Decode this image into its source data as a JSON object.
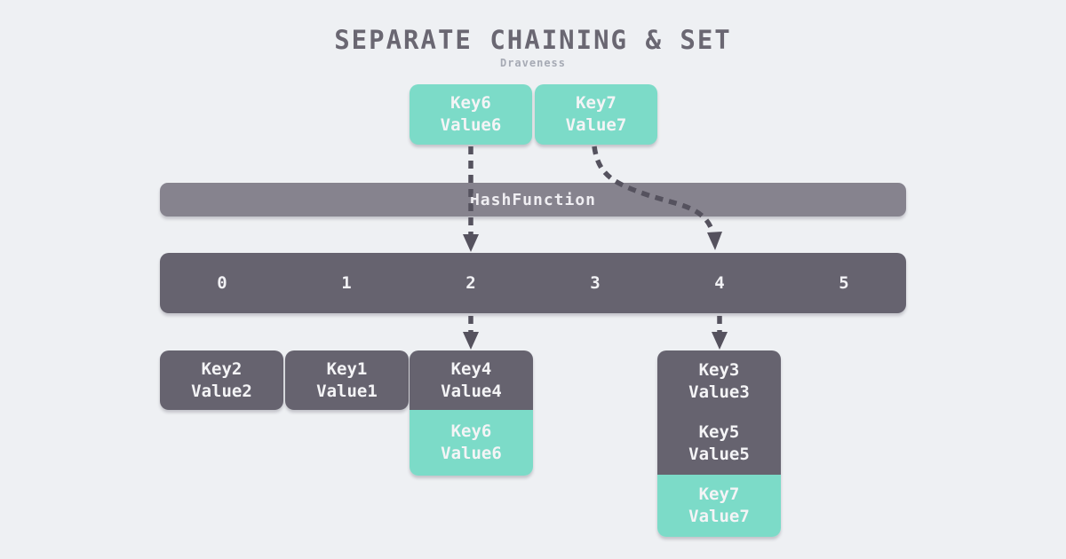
{
  "title": "SEPARATE CHAINING & SET",
  "subtitle": "Draveness",
  "hash_bar": {
    "label": "HashFunction"
  },
  "incoming": [
    {
      "key": "Key6",
      "value": "Value6"
    },
    {
      "key": "Key7",
      "value": "Value7"
    }
  ],
  "buckets": [
    "0",
    "1",
    "2",
    "3",
    "4",
    "5"
  ],
  "chains": [
    {
      "bucket": "0",
      "sections": [
        {
          "style": "gray",
          "entries": [
            {
              "key": "Key2",
              "value": "Value2"
            }
          ]
        }
      ]
    },
    {
      "bucket": "1",
      "sections": [
        {
          "style": "gray",
          "entries": [
            {
              "key": "Key1",
              "value": "Value1"
            }
          ]
        }
      ]
    },
    {
      "bucket": "2",
      "sections": [
        {
          "style": "gray",
          "entries": [
            {
              "key": "Key4",
              "value": "Value4"
            }
          ]
        },
        {
          "style": "teal",
          "entries": [
            {
              "key": "Key6",
              "value": "Value6"
            }
          ]
        }
      ]
    },
    {
      "bucket": "4",
      "sections": [
        {
          "style": "gray",
          "entries": [
            {
              "key": "Key3",
              "value": "Value3"
            },
            {
              "key": "Key5",
              "value": "Value5"
            }
          ]
        },
        {
          "style": "teal",
          "entries": [
            {
              "key": "Key7",
              "value": "Value7"
            }
          ]
        }
      ]
    }
  ],
  "colors": {
    "background": "#EEF0F3",
    "teal": "#7CDBC8",
    "dark_gray": "#66636F",
    "medium_gray": "#86838E",
    "arrow": "#55525E",
    "title_text": "#6A6772",
    "subtitle_text": "#A6AAB4",
    "box_text": "#F4F4F6"
  }
}
